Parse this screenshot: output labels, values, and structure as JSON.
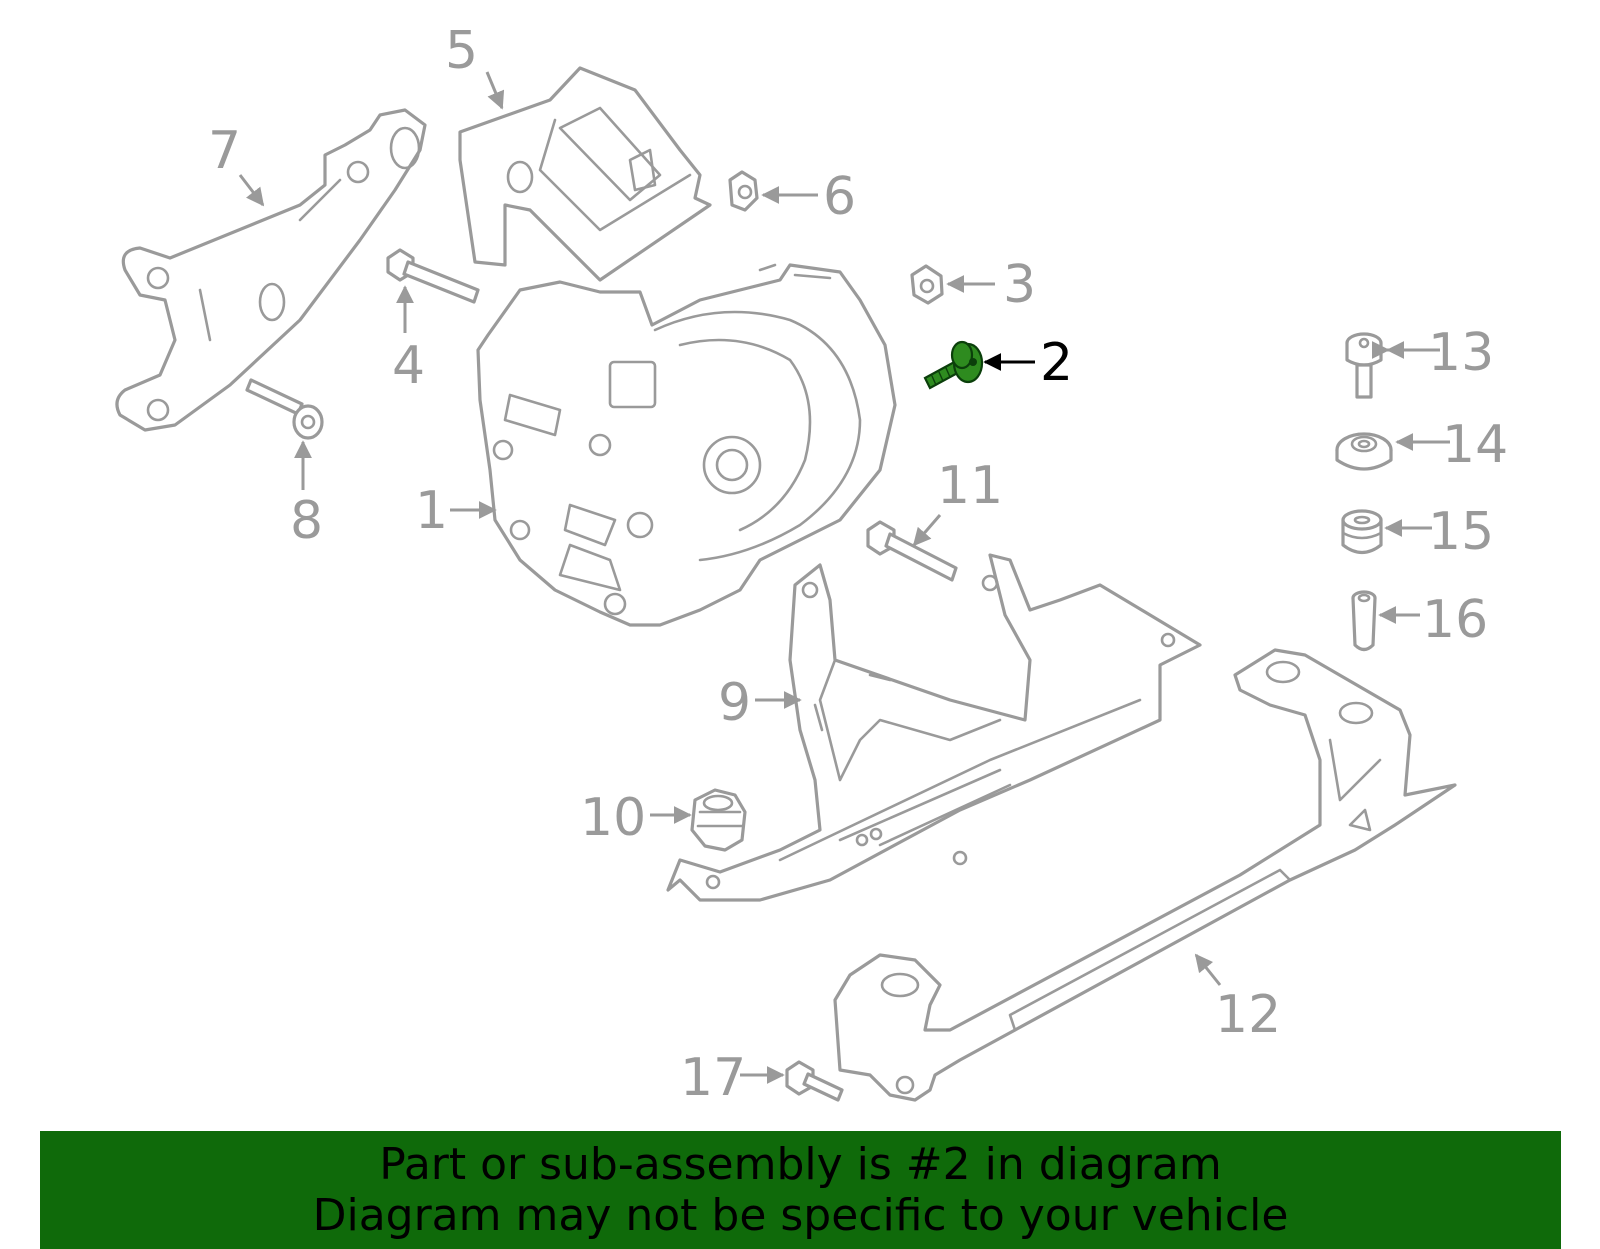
{
  "callouts": {
    "c1": "1",
    "c2": "2",
    "c3": "3",
    "c4": "4",
    "c5": "5",
    "c6": "6",
    "c7": "7",
    "c8": "8",
    "c9": "9",
    "c10": "10",
    "c11": "11",
    "c12": "12",
    "c13": "13",
    "c14": "14",
    "c15": "15",
    "c16": "16",
    "c17": "17"
  },
  "highlighted_part": "2",
  "colors": {
    "line": "#9a9a9a",
    "highlight": "#2e8b1f",
    "banner": "#0f6a0a",
    "text": "#000000"
  },
  "banner": {
    "line1": "Part or sub-assembly is #2 in diagram",
    "line2": "Diagram may not be specific to your vehicle"
  }
}
